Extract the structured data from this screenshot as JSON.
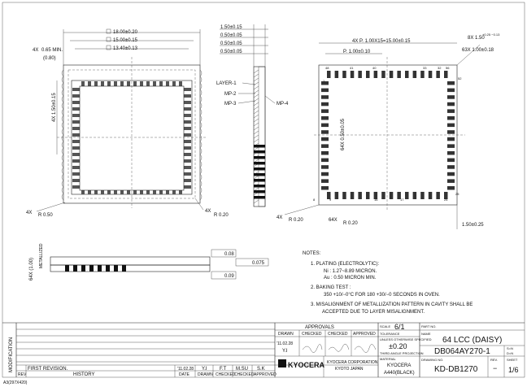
{
  "top_view": {
    "dim_outer": "18.00±0.20",
    "dim_mid": "15.00±0.15",
    "dim_inner": "13.40±0.13",
    "dim_min": "0.65 MIN.",
    "dim_min_prefix": "4X",
    "dim_080": "(0.80)",
    "dim_side": "4X 1.50±0.15",
    "radius_left": "R 0.50",
    "radius_left_prefix": "4X",
    "radius_right": "R 0.20",
    "radius_right_prefix": "4X"
  },
  "section_view": {
    "d1": "1.50±0.15",
    "d2": "0.50±0.05",
    "d3": "0.50±0.05",
    "d4": "0.50±0.05",
    "layer1": "LAYER-1",
    "mp2": "MP-2",
    "mp3": "MP-3",
    "mp4": "MP-4"
  },
  "bottom_view": {
    "pitch_total": "4X P. 1.00X15=15.00±0.15",
    "pitch": "P. 1.00±0.10",
    "pad_w": "8X 1.50",
    "pad_w_tol": "+0.25 −0.13",
    "pad_h": "63X 1.00±0.18",
    "pad_width": "64X 0.50±0.05",
    "radius_a": "R 0.20",
    "radius_a_prefix": "4X",
    "radius_b": "R 0.20",
    "radius_b_prefix": "64X",
    "corner": "1.50±0.25",
    "pin_labels": [
      "48",
      "41",
      "40",
      "33",
      "32",
      "56",
      "1",
      "8",
      "9",
      "16",
      "17",
      "24",
      "25",
      "52"
    ]
  },
  "side_view": {
    "metallized": "METALLIZED",
    "dim_1": "64X (1.00)",
    "flat_1": "0.08",
    "flat_2": "0.075",
    "flat_3": "0.09"
  },
  "notes": {
    "title": "NOTES:",
    "n1_title": "1. PLATING (ELECTROLYTIC):",
    "n1_a": "Ni : 1.27~8.89 MICRON.",
    "n1_b": "Au : 0.50 MICRON MIN.",
    "n2_title": "2. BAKING TEST :",
    "n2_a": "350 +10/−0°C FOR 180 +30/−0 SECONDS IN OVEN.",
    "n3_title": "3. MISALIGNMENT OF METALLIZATION PATTERN IN CAVITY SHALL BE",
    "n3_a": "ACCEPTED DUE TO LAYER MISALIGNMENT."
  },
  "title_block": {
    "modification": "MODIFICATION",
    "approvals": "APPROVALS",
    "drawn": "DRAWN",
    "checked": "CHECKED",
    "checked2": "CHECKED",
    "approved": "APPROVED",
    "date_drawn": "'11.02.28",
    "init_drawn": "Y.I",
    "scale_label": "SCALE",
    "scale": "6/1",
    "tolerance_label": "TOLERANCE",
    "tolerance_note": "UNLESS OTHERWISE SPECIFIED",
    "tolerance": "±0.20",
    "projection": "THIRD ANGLE PROJECTION",
    "part_no_label": "PART NO.",
    "name_label": "NAME",
    "name": "64 LCC (DAISY)",
    "part_no": "DB064AY270-1",
    "material_label": "MATERIAL",
    "material": "KYOCERA",
    "material2": "A440(BLACK)",
    "drawing_no_label": "DRAWING NO.",
    "drawing_no": "KD-DB1270",
    "rev_label": "REV.",
    "rev": "−",
    "sheet_label": "SHEET",
    "sheet": "1/6",
    "size_s": "S=N",
    "size_d": "D=N",
    "company": "KYOCERA CORPORATION",
    "location": "KYOTO JAPAN",
    "logo": "KYOCERA",
    "rev_col": "REV",
    "history_col": "HISTORY",
    "date_col": "DATE",
    "drawn_col": "DRAWN",
    "checked_col": "CHECKED",
    "checked_col2": "CHECKED",
    "approved_col": "APPROVED",
    "first_revision": "FIRST REVISION.",
    "rev_date": "'11.02.28",
    "rev_drawn": "Y.I",
    "rev_checked": "F.T",
    "rev_checked2": "M.SU",
    "rev_approved": "S.K",
    "sheet_size": "A3(297X420)"
  }
}
